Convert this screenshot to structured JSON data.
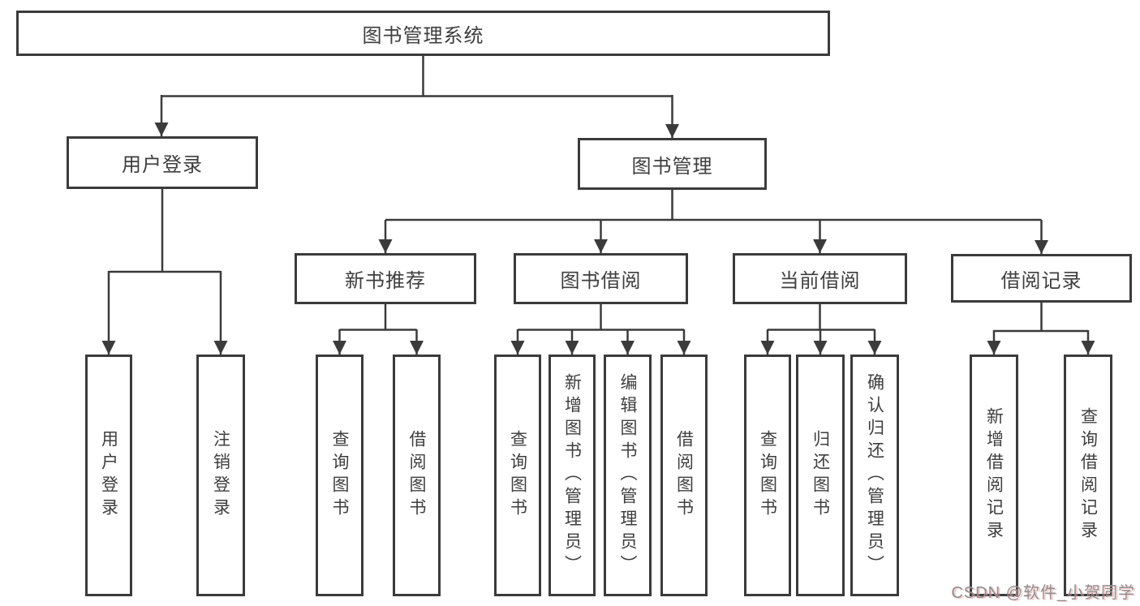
{
  "diagram": {
    "root": {
      "label": "图书管理系统"
    },
    "branches": [
      {
        "label": "用户登录",
        "children": [
          "用户登录",
          "注销登录"
        ]
      },
      {
        "label": "图书管理",
        "sections": [
          {
            "label": "新书推荐",
            "children": [
              "查询图书",
              "借阅图书"
            ]
          },
          {
            "label": "图书借阅",
            "children": [
              "查询图书",
              "新增图书（管理员）",
              "编辑图书（管理员）",
              "借阅图书"
            ]
          },
          {
            "label": "当前借阅",
            "children": [
              "查询图书",
              "归还图书",
              "确认归还（管理员）"
            ]
          },
          {
            "label": "借阅记录",
            "children": [
              "新增借阅记录",
              "查询借阅记录"
            ]
          }
        ]
      }
    ]
  },
  "watermark": {
    "text": "CSDN @软件_小贺同学"
  },
  "colors": {
    "line": "#3b3b3b",
    "text": "#3e3e3e",
    "box_background": "#ffffff",
    "watermark": "#8f8f8f"
  }
}
